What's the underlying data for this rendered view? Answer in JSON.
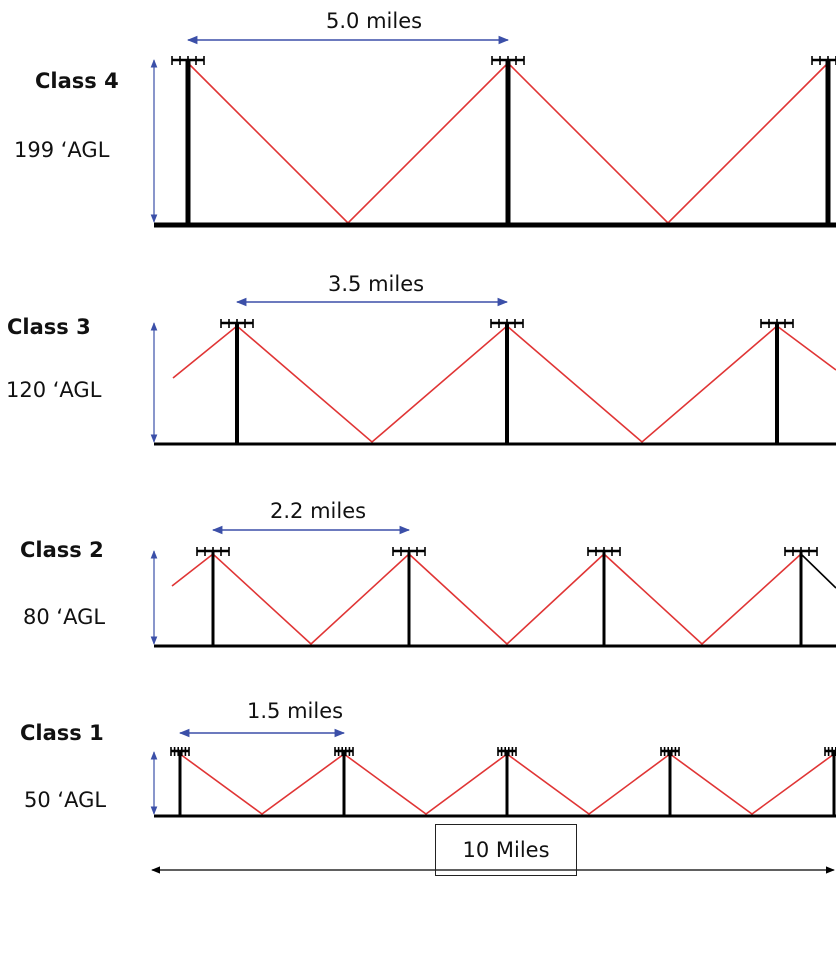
{
  "colors": {
    "line": "#e03535",
    "dimension": "#3b4fa8",
    "tower": "#000000"
  },
  "classes": [
    {
      "name": "Class 4",
      "height": "199 ‘AGL",
      "spacing": "5.0 miles"
    },
    {
      "name": "Class 3",
      "height": "120 ‘AGL",
      "spacing": "3.5 miles"
    },
    {
      "name": "Class 2",
      "height": "80 ‘AGL",
      "spacing": "2.2 miles"
    },
    {
      "name": "Class 1",
      "height": "50 ‘AGL",
      "spacing": "1.5 miles"
    }
  ],
  "total_span": "10 Miles"
}
